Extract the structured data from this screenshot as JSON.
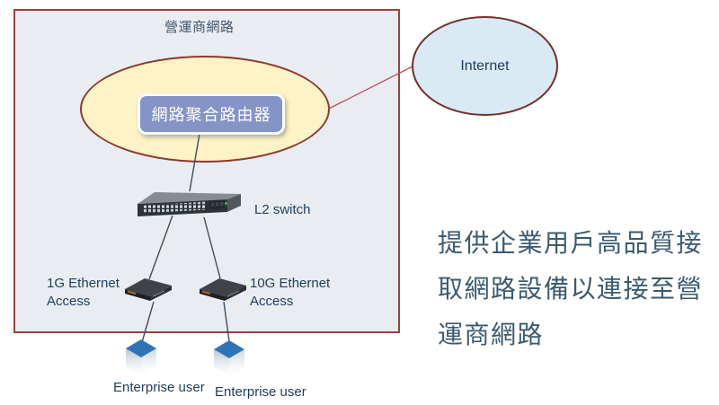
{
  "slide": {
    "carrier_network_label": "營運商網路",
    "router_label": "網路聚合路由器",
    "internet_label": "Internet",
    "l2_switch_label": "L2 switch",
    "access_1g_label": "1G Ethernet Access",
    "access_10g_label": "10G Ethernet Access",
    "enterprise_user_labels": [
      "Enterprise user",
      "Enterprise user"
    ],
    "description_text": "提供企業用戶高品質接取網路設備以連接至營運商網路",
    "colors": {
      "carrier_box_fill": "#e9edf2",
      "carrier_box_border": "#9c4038",
      "core_ellipse_fill": "#fdf3c6",
      "core_ellipse_border": "#8b3a2e",
      "router_fill": "#8494c6",
      "router_text": "#ffffff",
      "internet_fill": "#d9eaf5",
      "internet_border": "#70302a",
      "red_link_line": "#c0504d",
      "connector_line": "#3d4e5c",
      "label_text": "#1f3c5a",
      "description_text": "#3b5a6e",
      "user_cube_top": "#2e74b5"
    }
  }
}
